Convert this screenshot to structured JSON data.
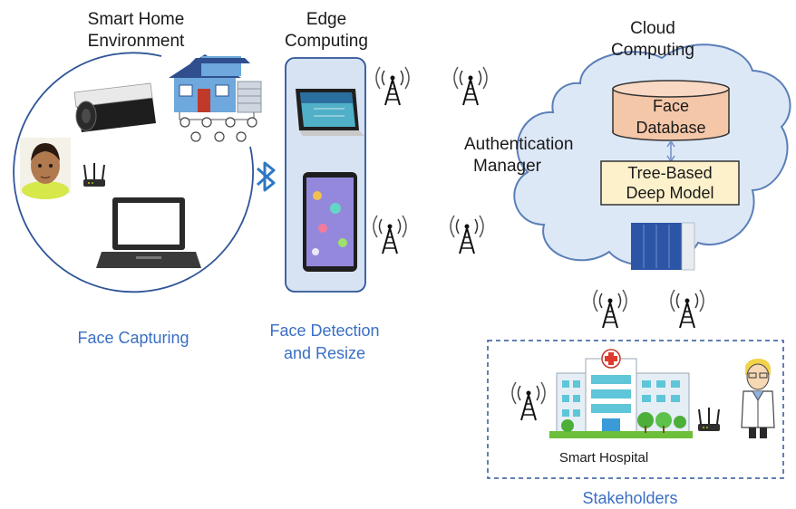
{
  "labels": {
    "smart_home_line1": "Smart Home",
    "smart_home_line2": "Environment",
    "edge_line1": "Edge",
    "edge_line2": "Computing",
    "cloud_line1": "Cloud",
    "cloud_line2": "Computing",
    "auth_line1": "Authentication",
    "auth_line2": "Manager",
    "face_db_line1": "Face",
    "face_db_line2": "Database",
    "tree_line1": "Tree-Based",
    "tree_line2": "Deep Model",
    "face_capturing": "Face Capturing",
    "face_detection_line1": "Face Detection",
    "face_detection_line2": "and Resize",
    "smart_hospital": "Smart Hospital",
    "stakeholders": "Stakeholders"
  },
  "icons": [
    "house-icon",
    "cctv-camera-icon",
    "child-photo-icon",
    "wifi-router-icon",
    "laptop-icon",
    "bluetooth-icon",
    "tablet-icon",
    "ipad-icon",
    "cell-tower-icon",
    "server-rack-icon",
    "hospital-icon",
    "doctor-icon"
  ],
  "colors": {
    "accent_blue": "#3a6fc4",
    "cloud_fill": "#dde8f7",
    "cloud_stroke": "#5b7fb8",
    "edge_fill": "#d7e3f3",
    "database_fill": "#f5c7a9",
    "model_fill": "#fdf1cc"
  }
}
